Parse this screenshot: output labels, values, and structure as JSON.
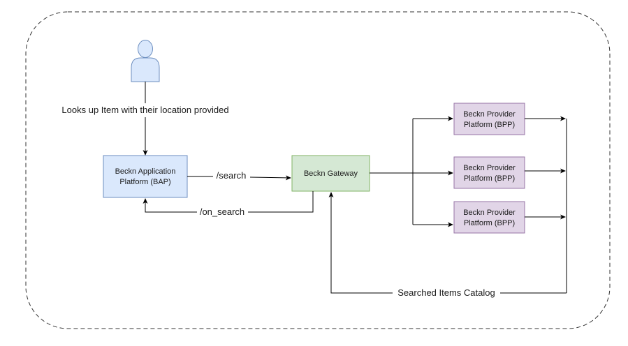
{
  "diagram": {
    "nodes": {
      "bap": {
        "line1": "Beckn Application",
        "line2": "Platform (BAP)",
        "fill": "#dae8fc",
        "stroke": "#6c8ebf"
      },
      "gateway": {
        "label": "Beckn Gateway",
        "fill": "#d5e8d4",
        "stroke": "#82b366"
      },
      "bpp1": {
        "line1": "Beckn Provider",
        "line2": "Platform (BPP)",
        "fill": "#e1d5e7",
        "stroke": "#9673a6"
      },
      "bpp2": {
        "line1": "Beckn Provider",
        "line2": "Platform (BPP)",
        "fill": "#e1d5e7",
        "stroke": "#9673a6"
      },
      "bpp3": {
        "line1": "Beckn Provider",
        "line2": "Platform (BPP)",
        "fill": "#e1d5e7",
        "stroke": "#9673a6"
      },
      "user": {
        "icon": "user-icon",
        "fill": "#dae8fc",
        "stroke": "#6c8ebf"
      }
    },
    "edges": {
      "user_to_bap": "Looks up Item with their location provided",
      "search": "/search",
      "on_search": "/on_search",
      "catalog": "Searched Items Catalog"
    }
  }
}
